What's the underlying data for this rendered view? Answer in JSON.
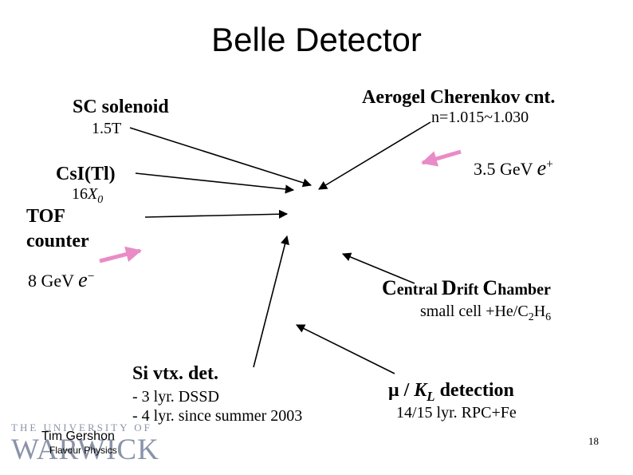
{
  "slide": {
    "title": "Belle Detector",
    "page_number": "18"
  },
  "labels": {
    "sc_solenoid": {
      "name": "SC solenoid",
      "detail": "1.5T"
    },
    "aerogel": {
      "name": "Aerogel Cherenkov cnt.",
      "detail": "n=1.015~1.030"
    },
    "csi": {
      "name": "CsI(Tl)",
      "detail_num": "16",
      "detail_sym": "X",
      "detail_sub": "0"
    },
    "tof": {
      "line1": "TOF",
      "line2": "counter"
    },
    "beam_electron": {
      "energy": "8",
      "unit": "GeV",
      "particle": "e",
      "charge": "−"
    },
    "beam_positron": {
      "energy": "3.5",
      "unit": "GeV",
      "particle": "e",
      "charge": "+"
    },
    "cdc": {
      "c1": "C",
      "r1": "entral ",
      "c2": "D",
      "r2": "rift ",
      "c3": "C",
      "r3": "hamber",
      "detail_pre": "small cell +He/C",
      "detail_sub1": "2",
      "detail_mid": "H",
      "detail_sub2": "6"
    },
    "svd": {
      "name": "Si vtx. det.",
      "detail1": "- 3 lyr. DSSD",
      "detail2": "- 4 lyr. since summer 2003"
    },
    "klm": {
      "mu": "μ",
      "sep": " / ",
      "k": "K",
      "ksub": "L",
      "rest": " detection",
      "detail": "14/15 lyr. RPC+Fe"
    }
  },
  "footer": {
    "author": "Tim Gershon",
    "department": "Flavour Physics",
    "logo_top": "THE UNIVERSITY OF",
    "logo_main": "WARWICK"
  },
  "colors": {
    "beam_arrow": "#e98bc6",
    "pointer_arrow": "#000000",
    "logo": "#8a93a8"
  }
}
